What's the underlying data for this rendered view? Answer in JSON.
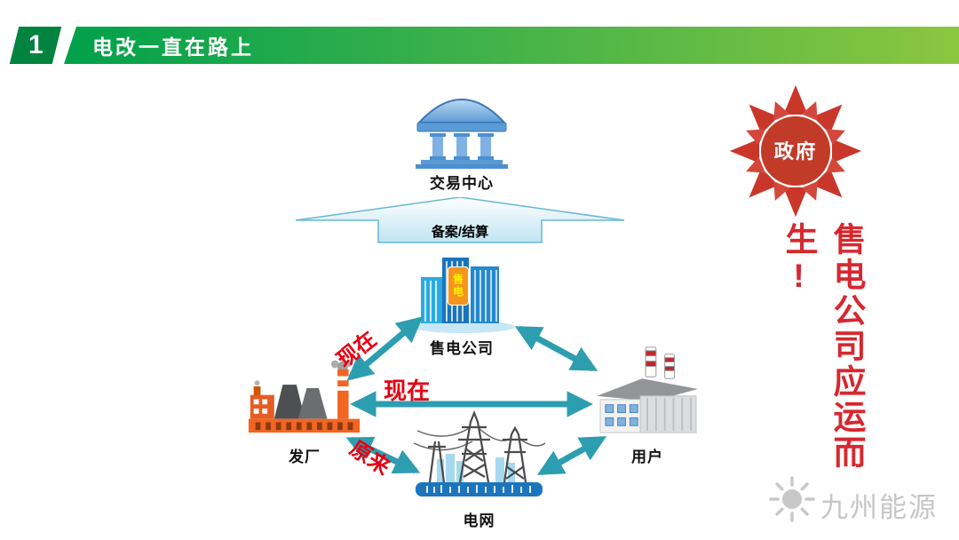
{
  "header": {
    "number": "1",
    "title": "电改一直在路上"
  },
  "diagram": {
    "trading_center": {
      "label": "交易中心"
    },
    "record_banner": {
      "label": "备案/结算"
    },
    "sales_company": {
      "label": "售电公司",
      "sign": "售电"
    },
    "power_plant": {
      "label": "发厂"
    },
    "end_user": {
      "label": "用户"
    },
    "power_grid": {
      "label": "电网"
    },
    "edges": {
      "plant_to_sales": "现在",
      "plant_to_user": "现在",
      "plant_to_grid": "原来"
    }
  },
  "government": {
    "label": "政府"
  },
  "slogan": "售电公司应运而生!",
  "watermark": "九州能源",
  "colors": {
    "header_green_dark": "#00833E",
    "header_green": "#00A14B",
    "header_green_light": "#8CC63F",
    "arrow_teal": "#2D9EB0",
    "edge_label_red": "#E60012",
    "sun_red": "#C9372B",
    "slogan_red": "#D7282F",
    "building_blue": "#1C75BC",
    "sign_orange": "#F7941D"
  }
}
